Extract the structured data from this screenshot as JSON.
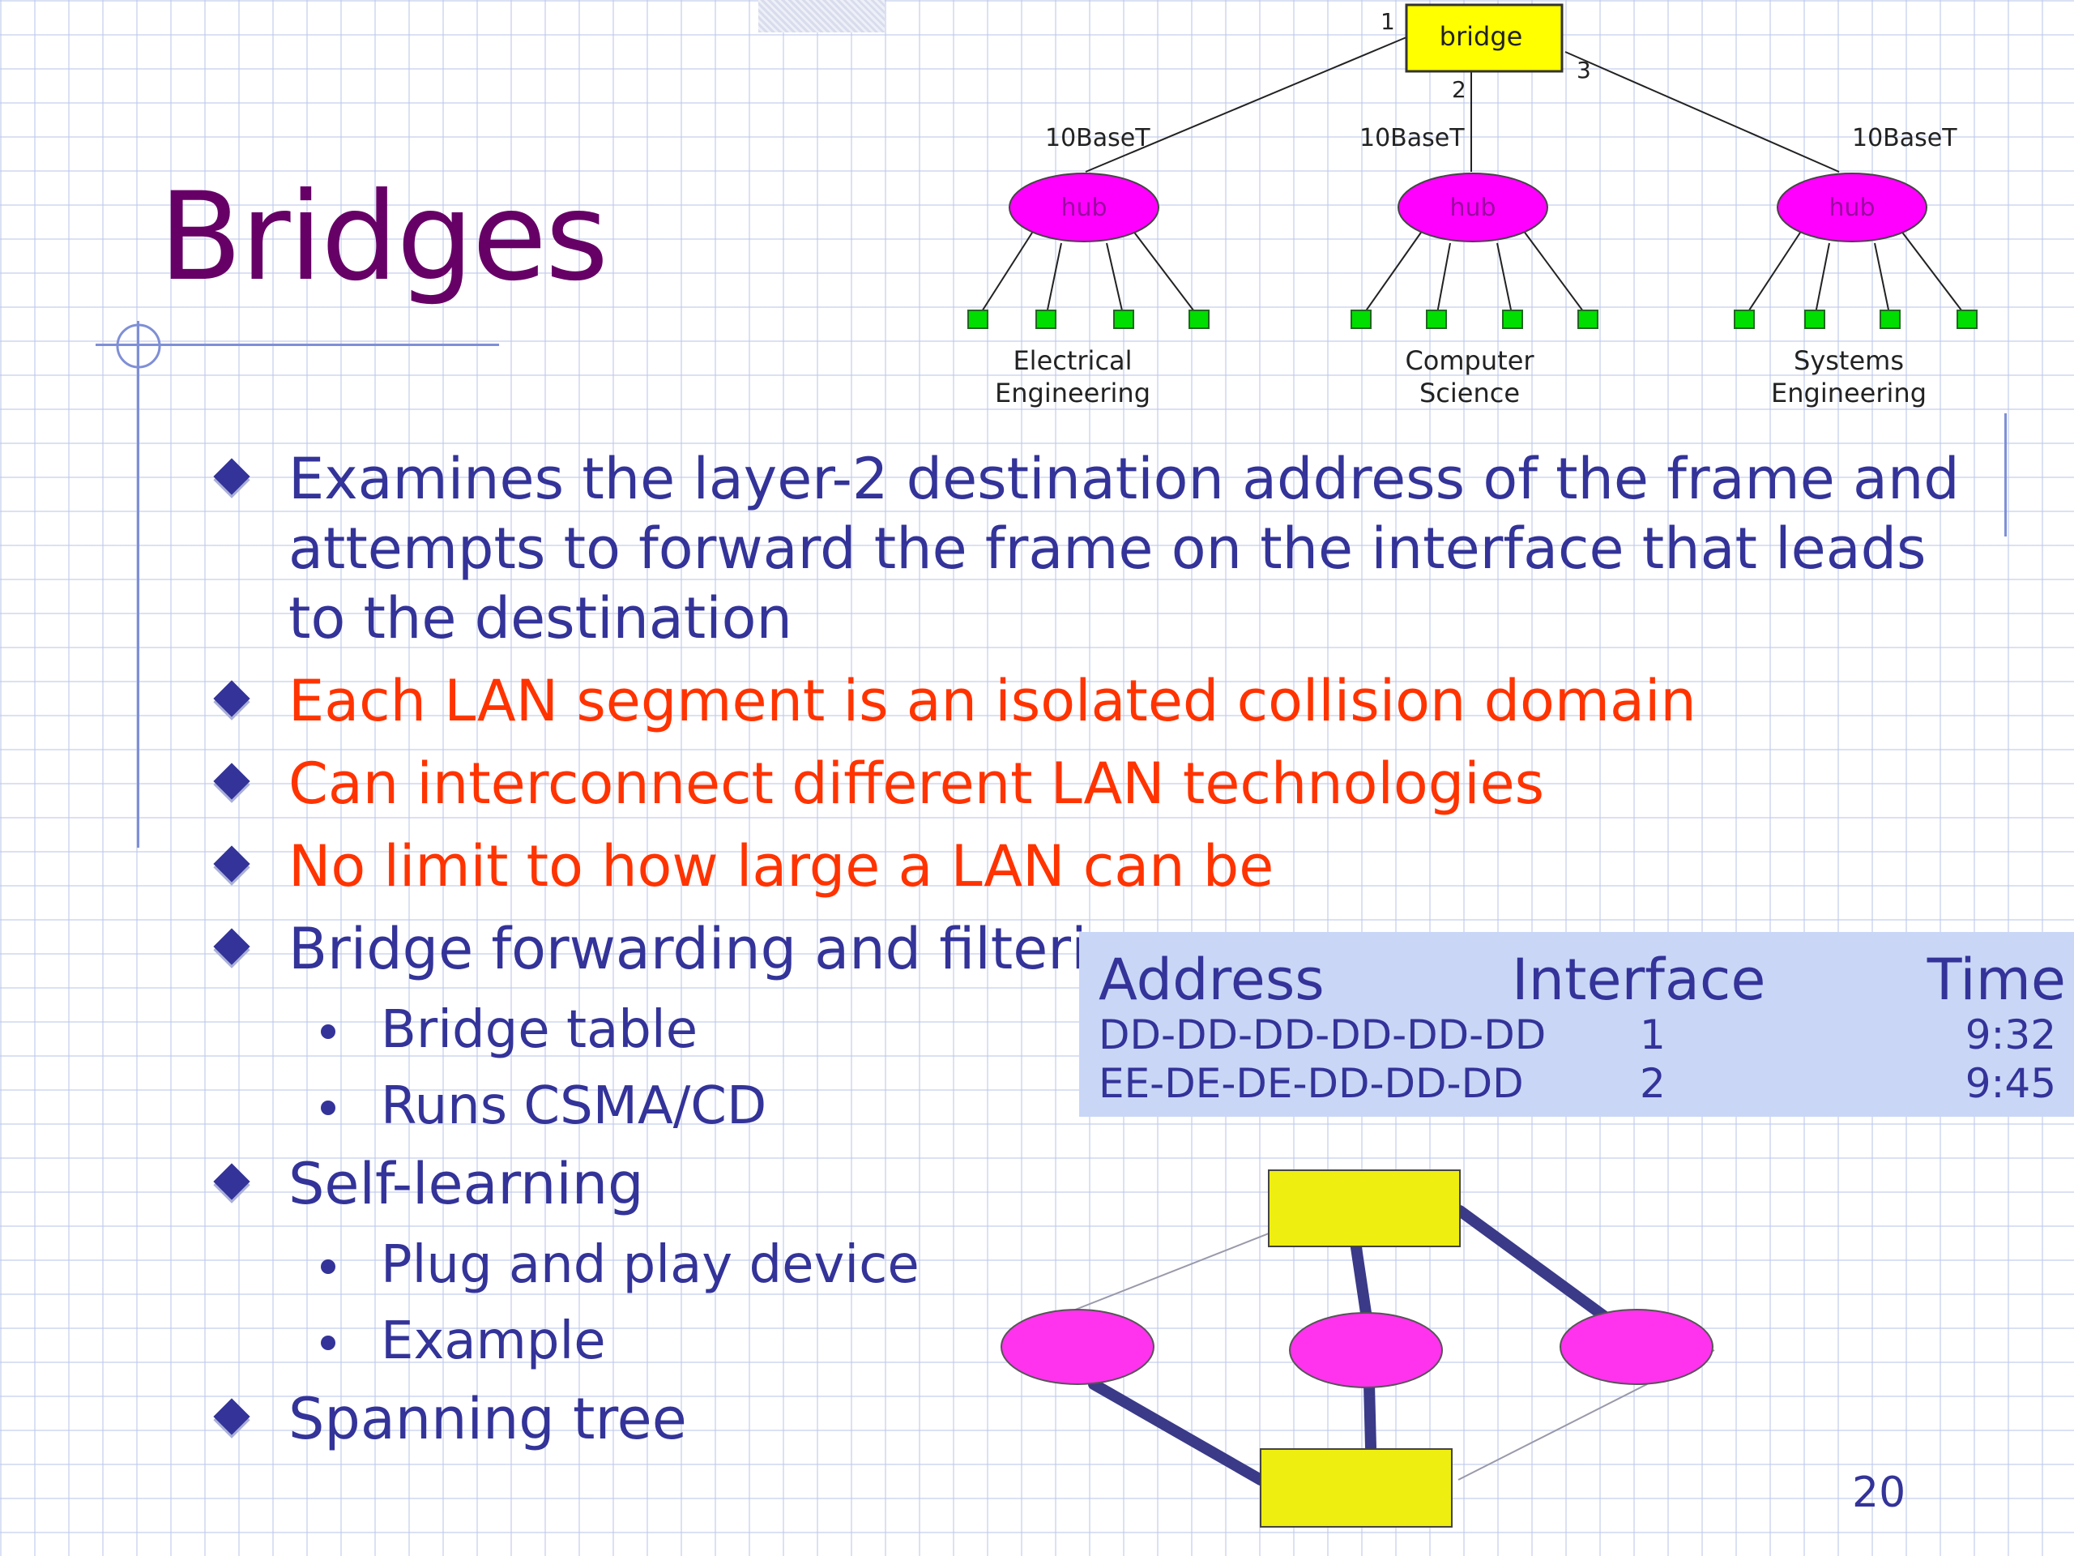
{
  "slide": {
    "title": "Bridges",
    "page_number": "20"
  },
  "top_diagram": {
    "bridge_label": "bridge",
    "ports": [
      "1",
      "2",
      "3"
    ],
    "link_labels": [
      "10BaseT",
      "10BaseT",
      "10BaseT"
    ],
    "hub_label": "hub",
    "departments": [
      {
        "line1": "Electrical",
        "line2": "Engineering"
      },
      {
        "line1": "Computer",
        "line2": "Science"
      },
      {
        "line1": "Systems",
        "line2": "Engineering"
      }
    ],
    "colors": {
      "bridge": "#ffff00",
      "hub": "#ff00ff",
      "host": "#00dd00"
    }
  },
  "bullets": [
    {
      "text": "Examines the layer-2 destination address of the frame and attempts to forward the frame on the interface that leads to the destination",
      "color": "#333399"
    },
    {
      "text": "Each LAN segment is an isolated collision domain",
      "color": "#ff3300"
    },
    {
      "text": "Can interconnect different LAN technologies",
      "color": "#ff3300"
    },
    {
      "text": "No limit to how large a LAN can be",
      "color": "#ff3300"
    },
    {
      "text": "Bridge forwarding and filtering",
      "color": "#333399",
      "sub": [
        "Bridge table",
        "Runs CSMA/CD"
      ]
    },
    {
      "text": "Self-learning",
      "color": "#333399",
      "sub": [
        "Plug and play device",
        "Example"
      ]
    },
    {
      "text": "Spanning tree",
      "color": "#333399"
    }
  ],
  "bridge_table": {
    "headers": [
      "Address",
      "Interface",
      "Time"
    ],
    "rows": [
      [
        "DD-DD-DD-DD-DD-DD",
        "1",
        "9:32"
      ],
      [
        "EE-DE-DE-DD-DD-DD",
        "2",
        "9:45"
      ]
    ]
  },
  "bottom_diagram": {
    "colors": {
      "bridge": "#eeee11",
      "lan": "#ff33ee",
      "tree_link": "#3a3a88",
      "thin_link": "#9999aa"
    }
  }
}
